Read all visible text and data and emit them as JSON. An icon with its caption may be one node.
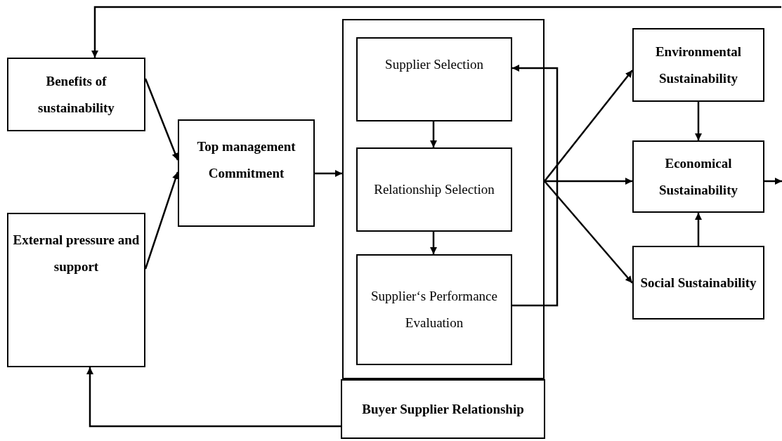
{
  "diagram": {
    "nodes": [
      {
        "text": [
          "Benefits of sustainability"
        ]
      },
      {
        "text": [
          "External pressure and support"
        ]
      },
      {
        "text": [
          "Top management Commitment"
        ]
      },
      {
        "text": [],
        "shape": "box"
      },
      {
        "text": [
          "Supplier Selection"
        ],
        "in": 3
      },
      {
        "text": [
          "Relationship Selection"
        ],
        "in": 3
      },
      {
        "text": [
          "Supplier‘s Performance Evaluation"
        ],
        "in": 3
      },
      {
        "text": [
          "Buyer Supplier Relationship"
        ]
      },
      {
        "text": [
          "Environmental Sustainability"
        ]
      },
      {
        "text": [
          "Economical Sustainability"
        ]
      },
      {
        "text": [
          "Social Sustainability"
        ]
      }
    ],
    "edges": [
      {
        "from": 0,
        "to": 2,
        "arrow": "to"
      },
      {
        "from": 1,
        "to": 2,
        "arrow": "to"
      },
      {
        "from": 2,
        "to": 3,
        "arrow": "to"
      },
      {
        "from": 4,
        "to": 5,
        "arrow": "to"
      },
      {
        "from": 5,
        "to": 6,
        "arrow": "to"
      },
      {
        "from": 6,
        "to": 4,
        "arrow": "to"
      },
      {
        "from": 3,
        "to": 8,
        "arrow": "to"
      },
      {
        "from": 3,
        "to": 9,
        "arrow": "to"
      },
      {
        "from": 3,
        "to": 10,
        "arrow": "to"
      },
      {
        "from": 8,
        "to": 9,
        "arrow": "to"
      },
      {
        "from": 10,
        "to": 9,
        "arrow": "to"
      },
      {
        "from": 9,
        "to": null,
        "arrow": "to"
      },
      {
        "from": null,
        "to": 0,
        "arrow": "to"
      },
      {
        "from": 7,
        "to": 1,
        "arrow": "to"
      }
    ]
  }
}
